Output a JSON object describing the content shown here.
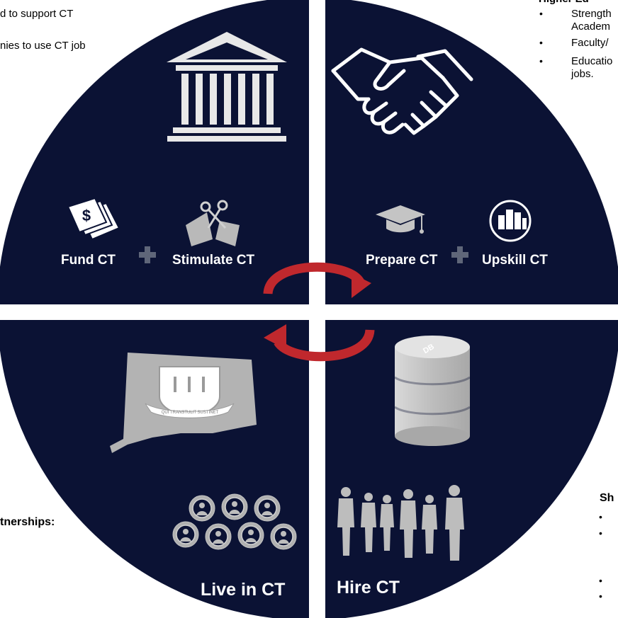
{
  "left_notes": {
    "line1": "d to support CT",
    "line2": "nies to use CT job",
    "partnerships_heading": "tnerships:"
  },
  "right_notes": {
    "heading": "Higher Ed",
    "items": [
      "Strength",
      "Academ",
      "Faculty/",
      "Educatio",
      "jobs."
    ],
    "bottom_heading": "Sh"
  },
  "quadrants": {
    "top_left": {
      "label_1": "Fund CT",
      "label_2": "Stimulate CT",
      "icons": [
        "courthouse-icon",
        "money-icon",
        "ribbon-cutting-icon"
      ]
    },
    "top_right": {
      "label_1": "Prepare CT",
      "label_2": "Upskill CT",
      "icons": [
        "handshake-icon",
        "graduation-cap-icon",
        "city-icon"
      ]
    },
    "bottom_left": {
      "label": "Live in CT",
      "seal_text": "QUI TRANSTULIT SUSTINET",
      "icons": [
        "connecticut-map-icon",
        "people-gears-icon"
      ]
    },
    "bottom_right": {
      "label": "Hire CT",
      "db_label": "DB",
      "icons": [
        "database-icon",
        "workforce-silhouettes-icon"
      ]
    }
  },
  "colors": {
    "navy": "#0b1234",
    "arrow_red": "#c0282d",
    "plus_gray": "#5f6679",
    "icon_gray": "#c4c4c4"
  }
}
